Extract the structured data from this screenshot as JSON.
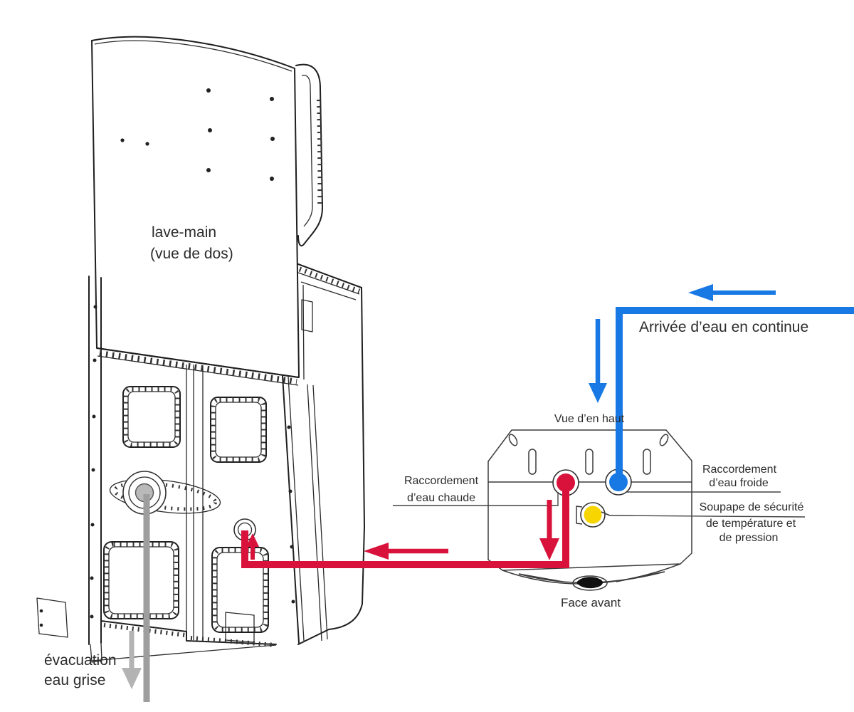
{
  "colors": {
    "cold_water": "#1878e4",
    "hot_water": "#d8123a",
    "safety_valve": "#f6d500",
    "grey_water": "#9e9e9e",
    "grey_water_arrow": "#b3b3b3"
  },
  "unit_label": {
    "line1": "lave-main",
    "line2": "(vue de dos)"
  },
  "supply_label": "Arrivée d’eau en continue",
  "top_view": {
    "title": "Vue d’en haut",
    "hot_connection_label": {
      "line1": "Raccordement",
      "line2": "d’eau chaude"
    },
    "cold_connection_label": {
      "line1": "Raccordement",
      "line2": "d’eau froide"
    },
    "safety_valve_label": {
      "line1": "Soupape de sécurité",
      "line2": "de température et",
      "line3": "de pression"
    },
    "front_label": "Face avant"
  },
  "drain_label": {
    "line1": "évacuation",
    "line2": "eau grise"
  }
}
